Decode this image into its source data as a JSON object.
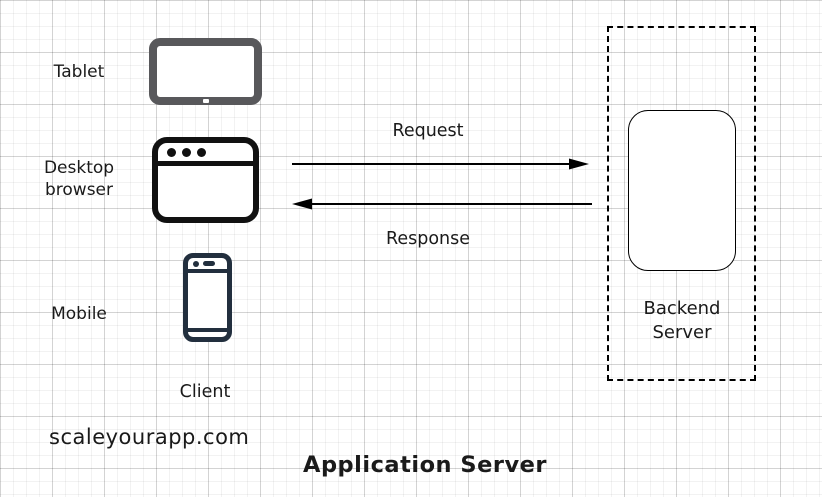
{
  "diagram": {
    "title": "Application Server",
    "watermark": "scaleyourapp.com",
    "client_group": {
      "tablet_label": "Tablet",
      "desktop_label": "Desktop browser",
      "mobile_label": "Mobile",
      "group_label": "Client"
    },
    "arrows": {
      "request_label": "Request",
      "response_label": "Response"
    },
    "server": {
      "label": "Backend\nServer"
    },
    "icons": {
      "tablet": "tablet-icon",
      "desktop": "desktop-browser-icon",
      "mobile": "mobile-phone-icon",
      "server_container": "dashed-server-boundary",
      "server_node": "rounded-server-node"
    },
    "colors": {
      "tablet_icon": "#58585b",
      "desktop_icon": "#111111",
      "mobile_icon": "#222f3e",
      "text": "#1a1a1a",
      "arrow": "#000000",
      "background": "#ffffff",
      "grid_minor": "#f2f2f2",
      "grid_major": "#dddddd"
    }
  }
}
